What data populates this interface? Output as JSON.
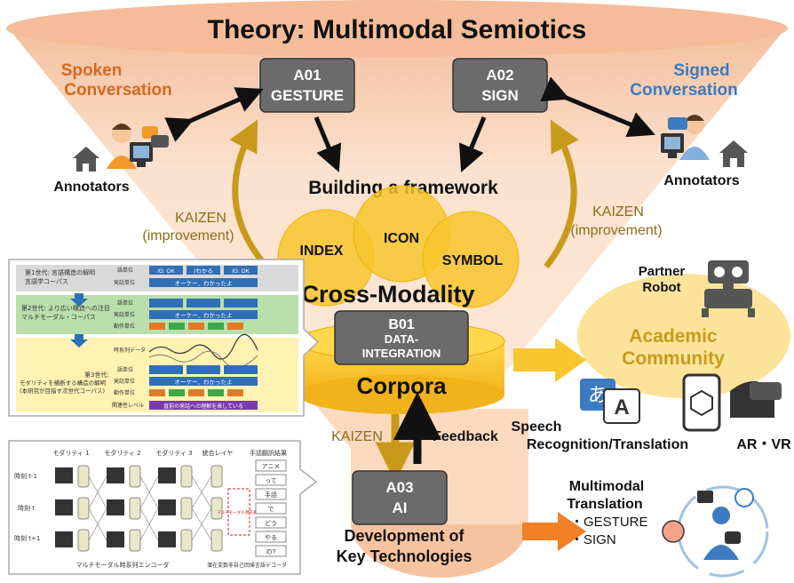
{
  "title": "Theory: Multimodal Semiotics",
  "left_side": {
    "label_line1": "Spoken",
    "label_line2": "Conversation",
    "annotators": "Annotators"
  },
  "right_side": {
    "label_line1": "Signed",
    "label_line2": "Conversation",
    "annotators": "Annotators"
  },
  "a01": {
    "line1": "A01",
    "line2": "GESTURE"
  },
  "a02": {
    "line1": "A02",
    "line2": "SIGN"
  },
  "framework": "Building a framework",
  "kaizen_left": {
    "line1": "KAIZEN",
    "line2": "(improvement)"
  },
  "kaizen_right": {
    "line1": "KAIZEN",
    "line2": "(improvement)"
  },
  "venn": {
    "index": "INDEX",
    "icon": "ICON",
    "symbol": "SYMBOL"
  },
  "cross_modality": "Cross-Modality",
  "b01": {
    "line1": "B01",
    "line2": "DATA-",
    "line3": "INTEGRATION"
  },
  "corpora": "Corpora",
  "partner_robot": {
    "line1": "Partner",
    "line2": "Robot"
  },
  "academic": {
    "line1": "Academic",
    "line2": "Community"
  },
  "speech": {
    "line1": "Speech",
    "line2": "Recognition/Translation"
  },
  "arvr": "AR・VR",
  "kaizen_bottom": "KAIZEN",
  "feedback": "Feedback",
  "a03": {
    "line1": "A03",
    "line2": "AI"
  },
  "development": {
    "line1": "Development of",
    "line2": "Key Technologies"
  },
  "multimodal_translation": {
    "line1": "Multimodal",
    "line2": "Translation",
    "item1": "・GESTURE",
    "item2": "・SIGN"
  },
  "icons": [
    "house-icon",
    "person-at-computer-icon",
    "robot-icon",
    "translate-icon",
    "ar-phone-icon",
    "vr-headset-icon",
    "signer-avatar-icon"
  ],
  "colors": {
    "funnel": "#f6c9a8",
    "funnel_top": "#f3b894",
    "box": "#6b6b6b",
    "gold": "#f7c52e",
    "spoken": "#d4691f",
    "signed": "#3c7bbf",
    "kaizen": "#8a6d1a",
    "arrow_gold": "#c89a1c",
    "arrow_orange": "#f07f26"
  },
  "corpus_panel": {
    "gen1_label": "第1世代: 言語構造の解明",
    "gen1_sub": "言語学コーパス",
    "gen2_label": "第2世代: より広い構造への注目",
    "gen2_sub": "マルチモーダル・コーパス",
    "gen3_label": "第3世代:",
    "gen3_sub1": "モダリティを横断する構造の解明",
    "gen3_sub2": "(本研究が目指す次世代コーパス)",
    "row_word": "語単位",
    "row_utter": "発話単位",
    "row_action": "動作単位",
    "row_timeseries": "時系列データ",
    "row_relevance": "関連性レベル",
    "tag1": "/G: OK",
    "tag2": "/わかる",
    "tag3": "/G: OK",
    "utter_text": "オーケー、わかったよ",
    "relevance_text": "直前の発話への理解を表している"
  },
  "network_panel": {
    "col1": "モダリティ 1",
    "col2": "モダリティ 2",
    "col3": "モダリティ 3",
    "col4": "統合レイヤ",
    "col5": "手話翻訳結果",
    "row1": "時刻 t-1",
    "row2": "時刻 t",
    "row3": "時刻 t+1",
    "outputs": [
      "アニメ",
      "って",
      "手話",
      "で",
      "どう",
      "やる",
      "の?"
    ],
    "encoder": "マルチモーダル時系列エンコーダ",
    "decoder": "潜在変数非自己回帰言語デコーダ",
    "note": "マルチモーダル潜在表現"
  }
}
